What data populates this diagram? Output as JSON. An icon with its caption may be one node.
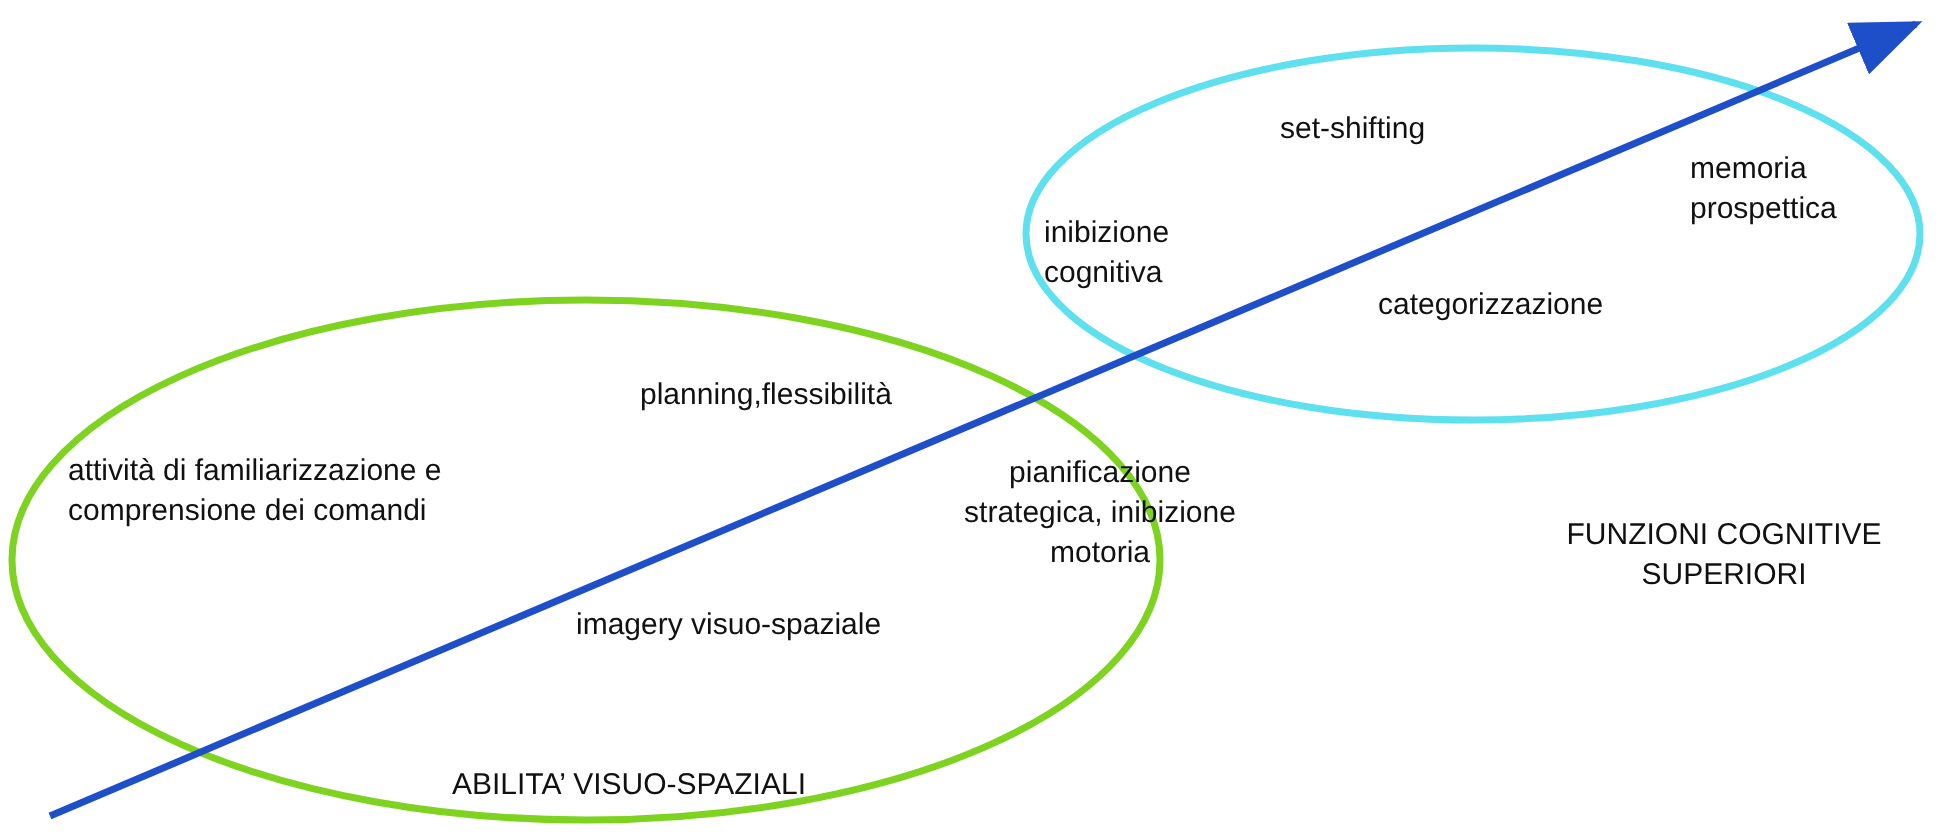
{
  "diagram": {
    "nodes": [
      {
        "text": [
          "attività di familiarizzazione e comprensione dei comandi",
          "planning,flessibilità",
          "imagery visuo-spaziale",
          "ABILITA’ VISUO-SPAZIALI"
        ]
      },
      {
        "text": [
          "set-shifting",
          "memoria prospettica",
          "inibizione cognitiva",
          "categorizzazione",
          "FUNZIONI COGNITIVE SUPERIORI"
        ]
      }
    ],
    "edges": [],
    "labels": [
      "pianificazione strategica, inibizione motoria"
    ]
  }
}
